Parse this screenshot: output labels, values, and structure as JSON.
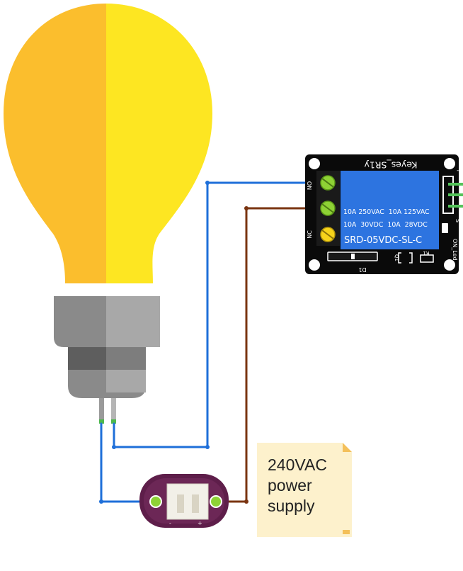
{
  "relay": {
    "module_label": "Keyes_SR1y",
    "rating_line_1": "10A 250VAC  10A 125VAC",
    "rating_line_2": "10A  30VDC  10A  28VDC",
    "model": "SRD-05VDC-SL-C",
    "pin_no": "NO",
    "pin_nc": "NC",
    "pin_s": "S",
    "led_label": "ON_Led",
    "d1_label": "D1",
    "q1_label": "Q1",
    "r1_label": "R1",
    "minus_pin": "-"
  },
  "connector": {
    "minus_label": "-",
    "plus_label": "+"
  },
  "note": {
    "lines": [
      "240VAC",
      "power",
      "supply"
    ]
  },
  "colors": {
    "bulb_left": "#FBBE2D",
    "bulb_right": "#FDE622",
    "relay_board": "#0A0A0A",
    "relay_coil": "#2D74E0",
    "wire_live": "#1E6FD9",
    "wire_neutral": "#7A3410",
    "terminal_green": "#8ED235",
    "note_bg": "#FDF1CC"
  }
}
